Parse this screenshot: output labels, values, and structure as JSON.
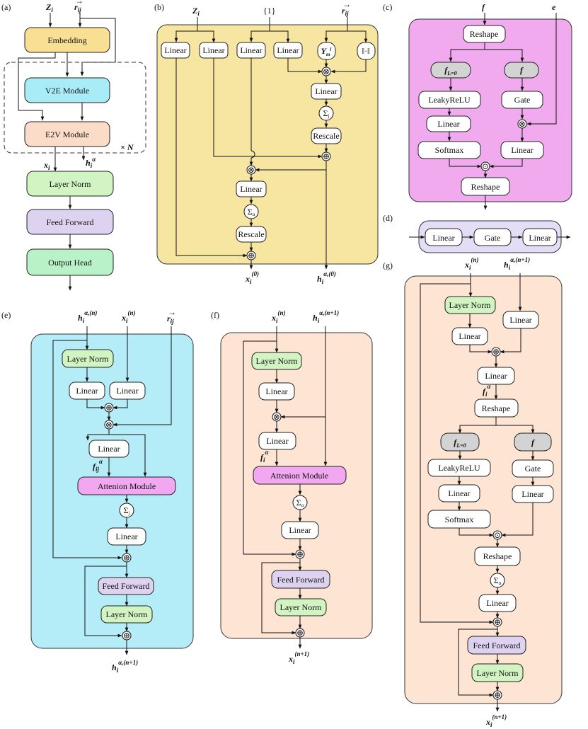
{
  "panel_letters": [
    "(a)",
    "(b)",
    "(c)",
    "(d)",
    "(e)",
    "(f)",
    "(g)"
  ],
  "panel_a": {
    "inputs": [
      "Z_i",
      "r⃗_ij"
    ],
    "blocks": [
      "Embedding",
      "V2E Module",
      "E2V Module",
      "Layer Norm",
      "Feed Forward",
      "Output Head"
    ],
    "repeat": "× N",
    "outputs": [
      "x_i",
      "h_i^α"
    ]
  },
  "panel_b": {
    "inputs": [
      "Z_i",
      "{1}",
      "r⃗_ij"
    ],
    "linears": [
      "Linear",
      "Linear",
      "Linear",
      "Linear",
      "Linear",
      "Linear"
    ],
    "ops": [
      "Y_m^l",
      "‖·‖",
      "⊗",
      "Σ_j",
      "Rescale",
      "⊕",
      "⊗",
      "Σ_α",
      "Rescale",
      "⊕"
    ],
    "outputs": [
      "x_i^(0)",
      "h_i^{α,(0)}"
    ]
  },
  "panel_c": {
    "inputs": [
      "f",
      "e"
    ],
    "blocks": [
      "Reshape",
      "f_{L=0}",
      "f",
      "LeakyReLU",
      "Gate",
      "Linear",
      "Softmax",
      "Linear",
      "Reshape"
    ]
  },
  "panel_d": {
    "blocks": [
      "Linear",
      "Gate",
      "Linear"
    ]
  },
  "panel_e": {
    "inputs": [
      "h_i^{α,(n)}",
      "x_i^(n)",
      "r⃗_ij"
    ],
    "blocks": [
      "Layer Norm",
      "Linear",
      "Linear",
      "Linear",
      "Attenion Module",
      "Linear",
      "Feed Forward",
      "Layer Norm"
    ],
    "labels": [
      "f_ij^α",
      "Σ_j"
    ],
    "output": "h_i^{α,(n+1)}"
  },
  "panel_f": {
    "inputs": [
      "x_i^(n)",
      "h_i^{α,(n+1)}"
    ],
    "blocks": [
      "Layer Norm",
      "Linear",
      "Linear",
      "Attenion Module",
      "Linear",
      "Feed Forward",
      "Layer Norm"
    ],
    "labels": [
      "f_i^α",
      "Σ_α"
    ],
    "output": "x_i^(n+1)"
  },
  "panel_g": {
    "inputs": [
      "x_i^(n)",
      "h_i^{α,(n+1)}"
    ],
    "blocks": [
      "Layer Norm",
      "Linear",
      "Linear",
      "Linear",
      "Reshape",
      "f_{L=0}",
      "f",
      "LeakyReLU",
      "Gate",
      "Linear",
      "Linear",
      "Softmax",
      "Reshape",
      "Linear",
      "Feed Forward",
      "Layer Norm"
    ],
    "labels": [
      "f_i^α",
      "Σ_α"
    ],
    "output": "x_i^(n+1)"
  },
  "colors": {
    "embedding": "#f9df94",
    "v2e": "#a8ecf7",
    "e2v": "#fbdcc8",
    "layernorm": "#d2f4c2",
    "feedforward": "#ddd3f0",
    "outputhead": "#b9f2c6",
    "panel_b_bg": "#f7e6a2",
    "panel_c_bg": "#f2aaee",
    "panel_d_bg": "#e5dcf6",
    "panel_e_bg": "#b4edf8",
    "panel_fg_bg": "#fde4d3",
    "attention": "#f1a8f1",
    "gray": "#d3d3d3"
  }
}
